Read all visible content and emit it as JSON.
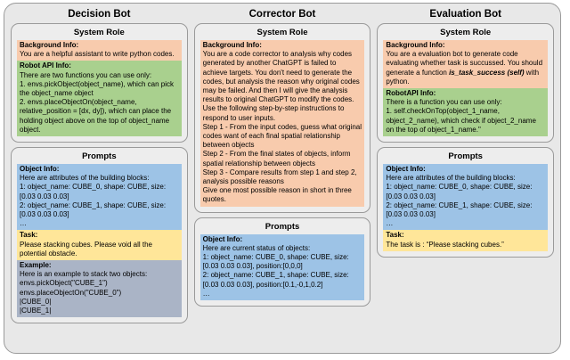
{
  "colors": {
    "background": "#ffffff",
    "outer_panel": "#e8e8e8",
    "inner_panel": "#ededed",
    "border": "#9a9a9a",
    "background_info": "#f8cbad",
    "robot_api_info": "#a9d08e",
    "object_info": "#9dc3e6",
    "task": "#ffe699",
    "example": "#aab4c6"
  },
  "columns": [
    {
      "title": "Decision Bot",
      "system_role": {
        "title": "System Role",
        "blocks": [
          {
            "name": "background-info",
            "heading": "Background Info:",
            "body": "You are a helpful assistant to write python codes.",
            "color": "c-orange"
          },
          {
            "name": "robot-api-info",
            "heading": "Robot API Info:",
            "body": "There are two functions you can use only:\n1. envs.pickObject(object_name), which can pick the object_name object\n2. envs.placeObjectOn(object_name,  relative_position = [dx, dy]), which can place the holding object above on the top of object_name object.",
            "color": "c-green"
          }
        ]
      },
      "prompts": {
        "title": "Prompts",
        "blocks": [
          {
            "name": "object-info",
            "heading": "Object Info:",
            "body": "Here are attributes of the building blocks:\n1: object_name: CUBE_0, shape: CUBE, size: [0.03 0.03 0.03]\n2: object_name: CUBE_1, shape: CUBE, size: [0.03 0.03 0.03]\n…",
            "color": "c-blue"
          },
          {
            "name": "task",
            "heading": "Task:",
            "body": "Please stacking cubes. Please void all the potential obstacle.",
            "color": "c-yellow"
          },
          {
            "name": "example",
            "heading": "Example:",
            "body": "Here is an example to stack two objects:\nenvs.pickObject(\"CUBE_1\")\nenvs.placeObjectOn(\"CUBE_0\")\n|CUBE_0|\n|CUBE_1|",
            "color": "c-slate"
          }
        ]
      }
    },
    {
      "title": "Corrector Bot",
      "system_role": {
        "title": "System Role",
        "blocks": [
          {
            "name": "background-info",
            "heading": "Background Info:",
            "body": "You are a code corrector to analysis why codes generated by another ChatGPT is failed to achieve targets. You don't need to generate the codes, but analysis the reason why original codes may be failed. And then I will give the analysis results to original ChatGPT to modify the codes.\nUse the following step-by-step instructions to respond to user inputs.\nStep 1 - From the input codes, guess what original codes want of each final spatial relationship between objects\nStep 2 - From the final states of objects, inform spatial relationship between objects\nStep 3 - Compare results from step 1 and step 2, analysis possible reasons\nGive one most possible reason in short in three quotes.",
            "color": "c-orange"
          }
        ]
      },
      "prompts": {
        "title": "Prompts",
        "blocks": [
          {
            "name": "object-info",
            "heading": "Object Info:",
            "body": "Here are current status of objects:\n1: object_name: CUBE_0, shape: CUBE, size: [0.03 0.03 0.03], position:[0,0,0]\n2: object_name: CUBE_1, shape: CUBE, size: [0.03 0.03 0.03], position:[0.1,-0,1,0.2]\n…",
            "color": "c-blue"
          }
        ]
      }
    },
    {
      "title": "Evaluation Bot",
      "system_role": {
        "title": "System Role",
        "blocks": [
          {
            "name": "background-info",
            "heading": "Background Info:",
            "body": "You are a evaluation bot to generate code evaluating whether task is succussed. You should generate a function is_task_success (self) with python.",
            "emphasis": "is_task_success (self)",
            "color": "c-orange"
          },
          {
            "name": "robot-api-info",
            "heading": "RobotAPI Info:",
            "body": "There is a function you can use only:\n1. self.checkOnTop(object_1_name, object_2_name), which check if object_2_name on the top of object_1_name.\"",
            "color": "c-green"
          }
        ]
      },
      "prompts": {
        "title": "Prompts",
        "blocks": [
          {
            "name": "object-info",
            "heading": "Object Info:",
            "body": "Here are attributes of the building blocks:\n1: object_name: CUBE_0, shape: CUBE, size: [0.03 0.03 0.03]\n2: object_name: CUBE_1, shape: CUBE, size: [0.03 0.03 0.03]\n…",
            "color": "c-blue"
          },
          {
            "name": "task",
            "heading": "Task:",
            "body": "The task is : “Please stacking cubes.”",
            "color": "c-yellow"
          }
        ]
      }
    }
  ]
}
